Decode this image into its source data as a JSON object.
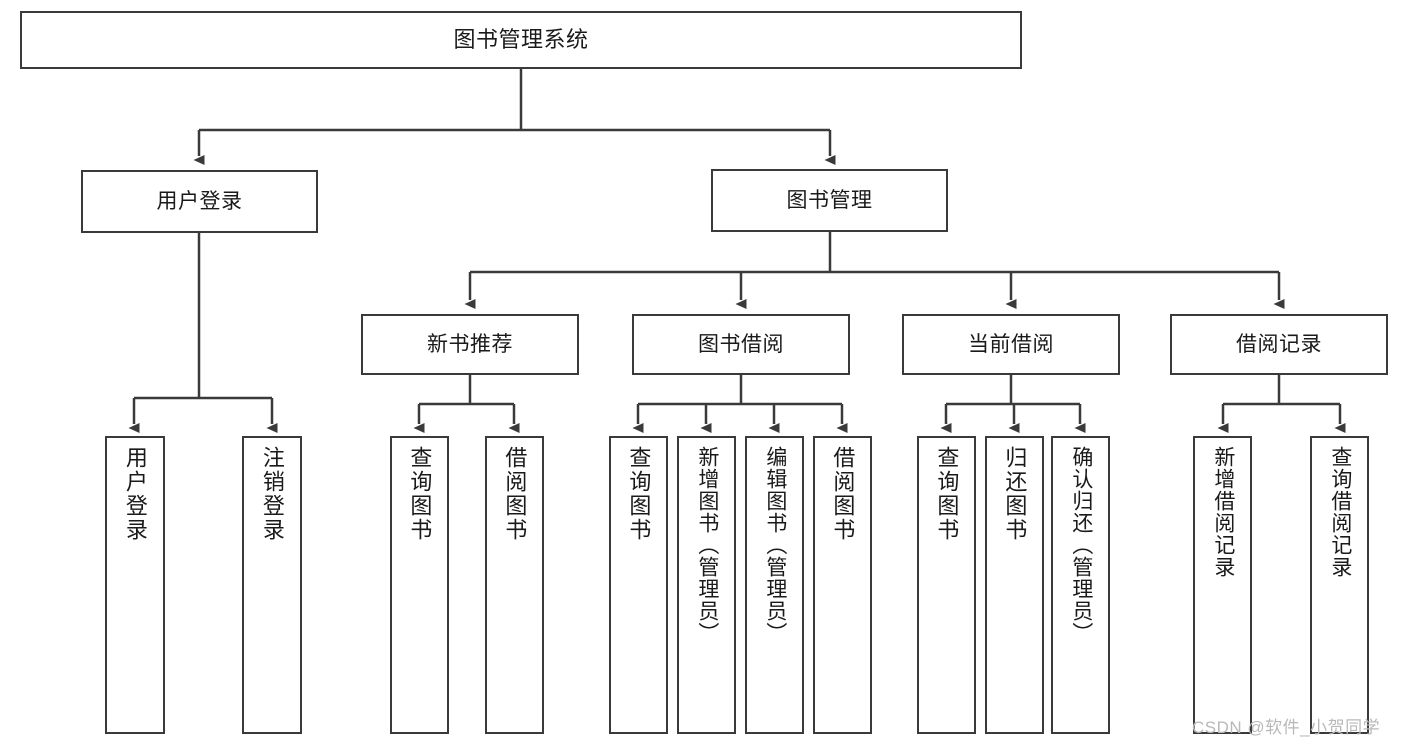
{
  "diagram": {
    "title": "图书管理系统",
    "type": "tree-hierarchy",
    "root": {
      "label": "图书管理系统"
    },
    "level2": [
      {
        "label": "用户登录"
      },
      {
        "label": "图书管理"
      }
    ],
    "level3": [
      {
        "label": "新书推荐"
      },
      {
        "label": "图书借阅"
      },
      {
        "label": "当前借阅"
      },
      {
        "label": "借阅记录"
      }
    ],
    "leaves": {
      "user_login": [
        {
          "label": "用户登录"
        },
        {
          "label": "注销登录"
        }
      ],
      "new_book_recommend": [
        {
          "label": "查询图书"
        },
        {
          "label": "借阅图书"
        }
      ],
      "book_borrow": [
        {
          "label": "查询图书"
        },
        {
          "label": "新增图书（管理员）"
        },
        {
          "label": "编辑图书（管理员）"
        },
        {
          "label": "借阅图书"
        }
      ],
      "current_borrow": [
        {
          "label": "查询图书"
        },
        {
          "label": "归还图书"
        },
        {
          "label": "确认归还（管理员）"
        }
      ],
      "borrow_record": [
        {
          "label": "新增借阅记录"
        },
        {
          "label": "查询借阅记录"
        }
      ]
    }
  },
  "watermark": {
    "text": "CSDN @软件_小贺同学"
  },
  "colors": {
    "stroke": "#3a3a3a",
    "fill": "#ffffff",
    "text": "#1a1a1a",
    "watermark": "#b9b9b9"
  }
}
